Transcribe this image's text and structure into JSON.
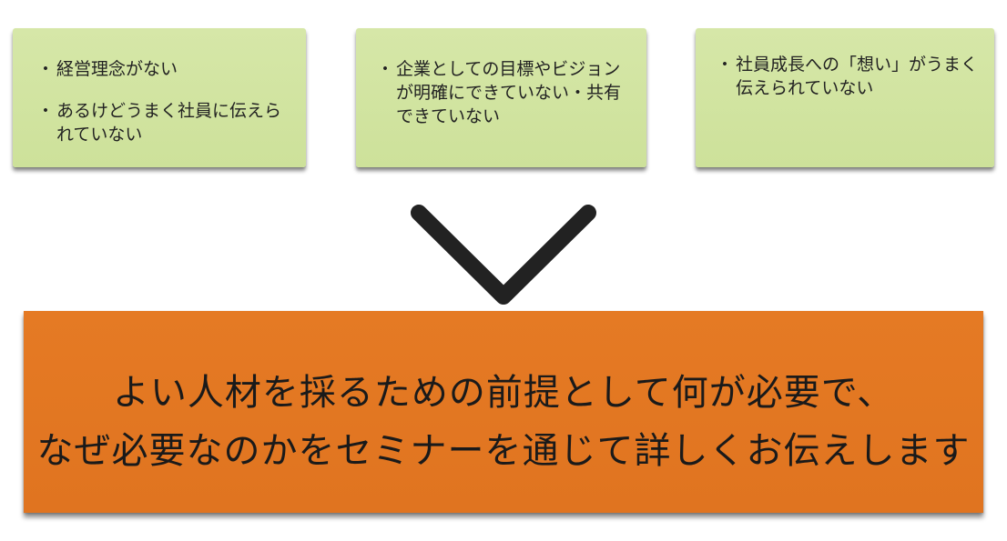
{
  "cards": [
    {
      "items": [
        {
          "bullet": "・",
          "text": "経営理念がない"
        },
        {
          "bullet": "・",
          "text": "あるけどうまく社員に伝えられていない"
        }
      ]
    },
    {
      "items": [
        {
          "bullet": "・",
          "text": "企業としての目標やビジョンが明確にできていない・共有できていない"
        }
      ]
    },
    {
      "items": [
        {
          "bullet": "・",
          "text": "社員成長への「想い」がうまく伝えられていない"
        }
      ]
    }
  ],
  "arrow_icon": "chevron-down-icon",
  "banner": {
    "line1": "よい人材を採るための前提として何が必要で、",
    "line2": "なぜ必要なのかをセミナーを通じて詳しくお伝えします"
  },
  "colors": {
    "card_green": "#d2e4a1",
    "banner_orange": "#e37722",
    "arrow": "#222222"
  }
}
